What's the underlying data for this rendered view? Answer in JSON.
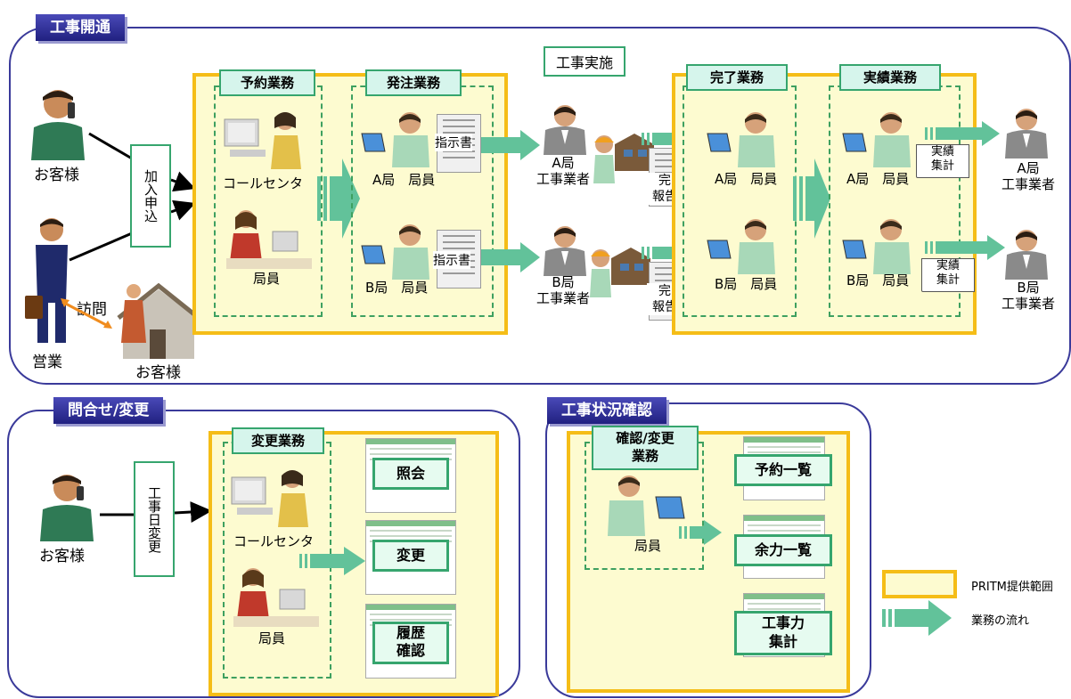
{
  "sections": {
    "kaitsu": "工事開通",
    "toiawase": "問合せ/変更",
    "jokyo": "工事状況確認"
  },
  "top": {
    "customer_phone": "お客様",
    "sales": "営業",
    "customer_house": "お客様",
    "visit": "訪問",
    "apply": "加入申込",
    "yoyaku_title": "予約業務",
    "callcenter": "コールセンタ",
    "kyokuin": "局員",
    "hacchu_title": "発注業務",
    "a_staff": "A局　局員",
    "b_staff": "B局　局員",
    "shijisho_a": "指示書",
    "shijisho_b": "指示書",
    "jisshi": "工事実施",
    "a_contractor": "A局\n工事業者",
    "b_contractor": "B局\n工事業者",
    "kanryo_report_a": "完了\n報告書",
    "kanryo_report_b": "完了\n報告書",
    "kanryo_title": "完了業務",
    "a_staff2": "A局　局員",
    "b_staff2": "B局　局員",
    "jisseki_title": "実績業務",
    "a_staff3": "A局　局員",
    "b_staff3": "B局　局員",
    "jisseki_a": "実績\n集計",
    "jisseki_b": "実績\n集計",
    "a_contractor2": "A局\n工事業者",
    "b_contractor2": "B局\n工事業者"
  },
  "bottom_left": {
    "customer": "お客様",
    "change_request": "工事日変更",
    "henko_title": "変更業務",
    "callcenter": "コールセンタ",
    "kyokuin": "局員",
    "btn_shokai": "照会",
    "btn_henko": "変更",
    "btn_rireki": "履歴\n確認"
  },
  "bottom_right": {
    "title": "確認/変更\n業務",
    "kyokuin": "局員",
    "btn_yoyaku": "予約一覧",
    "btn_yoryoku": "余力一覧",
    "btn_kojiryoku": "工事力\n集計"
  },
  "legend": {
    "scope": "PRITM提供範囲",
    "flow": "業務の流れ"
  },
  "colors": {
    "panel_border": "#3a3a9a",
    "scope_fill": "#fdfbd0",
    "scope_border": "#f5bd17",
    "flow_arrow": "#62c29a",
    "dashed": "#3ea060"
  }
}
